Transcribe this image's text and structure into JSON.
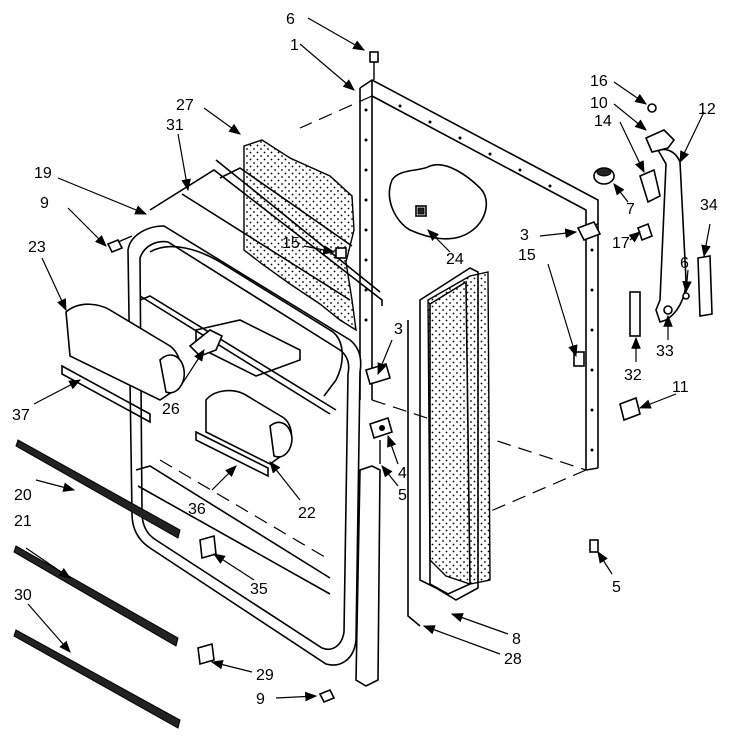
{
  "callouts": [
    {
      "id": "c6a",
      "text": "6"
    },
    {
      "id": "c1",
      "text": "1"
    },
    {
      "id": "c27",
      "text": "27"
    },
    {
      "id": "c31",
      "text": "31"
    },
    {
      "id": "c19",
      "text": "19"
    },
    {
      "id": "c9a",
      "text": "9"
    },
    {
      "id": "c23",
      "text": "23"
    },
    {
      "id": "c15a",
      "text": "15"
    },
    {
      "id": "c24",
      "text": "24"
    },
    {
      "id": "c16",
      "text": "16"
    },
    {
      "id": "c10",
      "text": "10"
    },
    {
      "id": "c12",
      "text": "12"
    },
    {
      "id": "c14",
      "text": "14"
    },
    {
      "id": "c7",
      "text": "7"
    },
    {
      "id": "c3a",
      "text": "3"
    },
    {
      "id": "c15b",
      "text": "15"
    },
    {
      "id": "c17",
      "text": "17"
    },
    {
      "id": "c34",
      "text": "34"
    },
    {
      "id": "c6b",
      "text": "6"
    },
    {
      "id": "c33",
      "text": "33"
    },
    {
      "id": "c32",
      "text": "32"
    },
    {
      "id": "c11",
      "text": "11"
    },
    {
      "id": "c3b",
      "text": "3"
    },
    {
      "id": "c26",
      "text": "26"
    },
    {
      "id": "c37",
      "text": "37"
    },
    {
      "id": "c4",
      "text": "4"
    },
    {
      "id": "c5a",
      "text": "5"
    },
    {
      "id": "c20",
      "text": "20"
    },
    {
      "id": "c36",
      "text": "36"
    },
    {
      "id": "c22",
      "text": "22"
    },
    {
      "id": "c21",
      "text": "21"
    },
    {
      "id": "c35",
      "text": "35"
    },
    {
      "id": "c5b",
      "text": "5"
    },
    {
      "id": "c30",
      "text": "30"
    },
    {
      "id": "c8",
      "text": "8"
    },
    {
      "id": "c28",
      "text": "28"
    },
    {
      "id": "c29",
      "text": "29"
    },
    {
      "id": "c9b",
      "text": "9"
    }
  ]
}
